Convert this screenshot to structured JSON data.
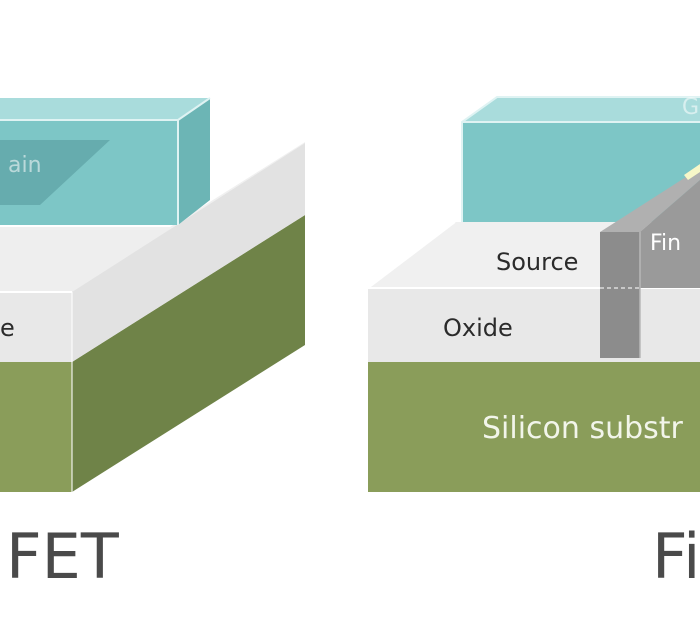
{
  "colors": {
    "substrate": "#8a9d5a",
    "substrate_side": "#6f8348",
    "oxide": "#e6e6e6",
    "gate": "#7dc6c6",
    "fin": "#8c8c8c",
    "caption": "#4a4a4a"
  },
  "left_diagram": {
    "drain_label": "ain",
    "oxide_label": "e",
    "caption": "FET"
  },
  "right_diagram": {
    "gate_label": "G",
    "fin_label": "Fin",
    "source_label": "Source",
    "oxide_label": "Oxide",
    "substrate_label": "Silicon substr",
    "caption": "Fi"
  }
}
